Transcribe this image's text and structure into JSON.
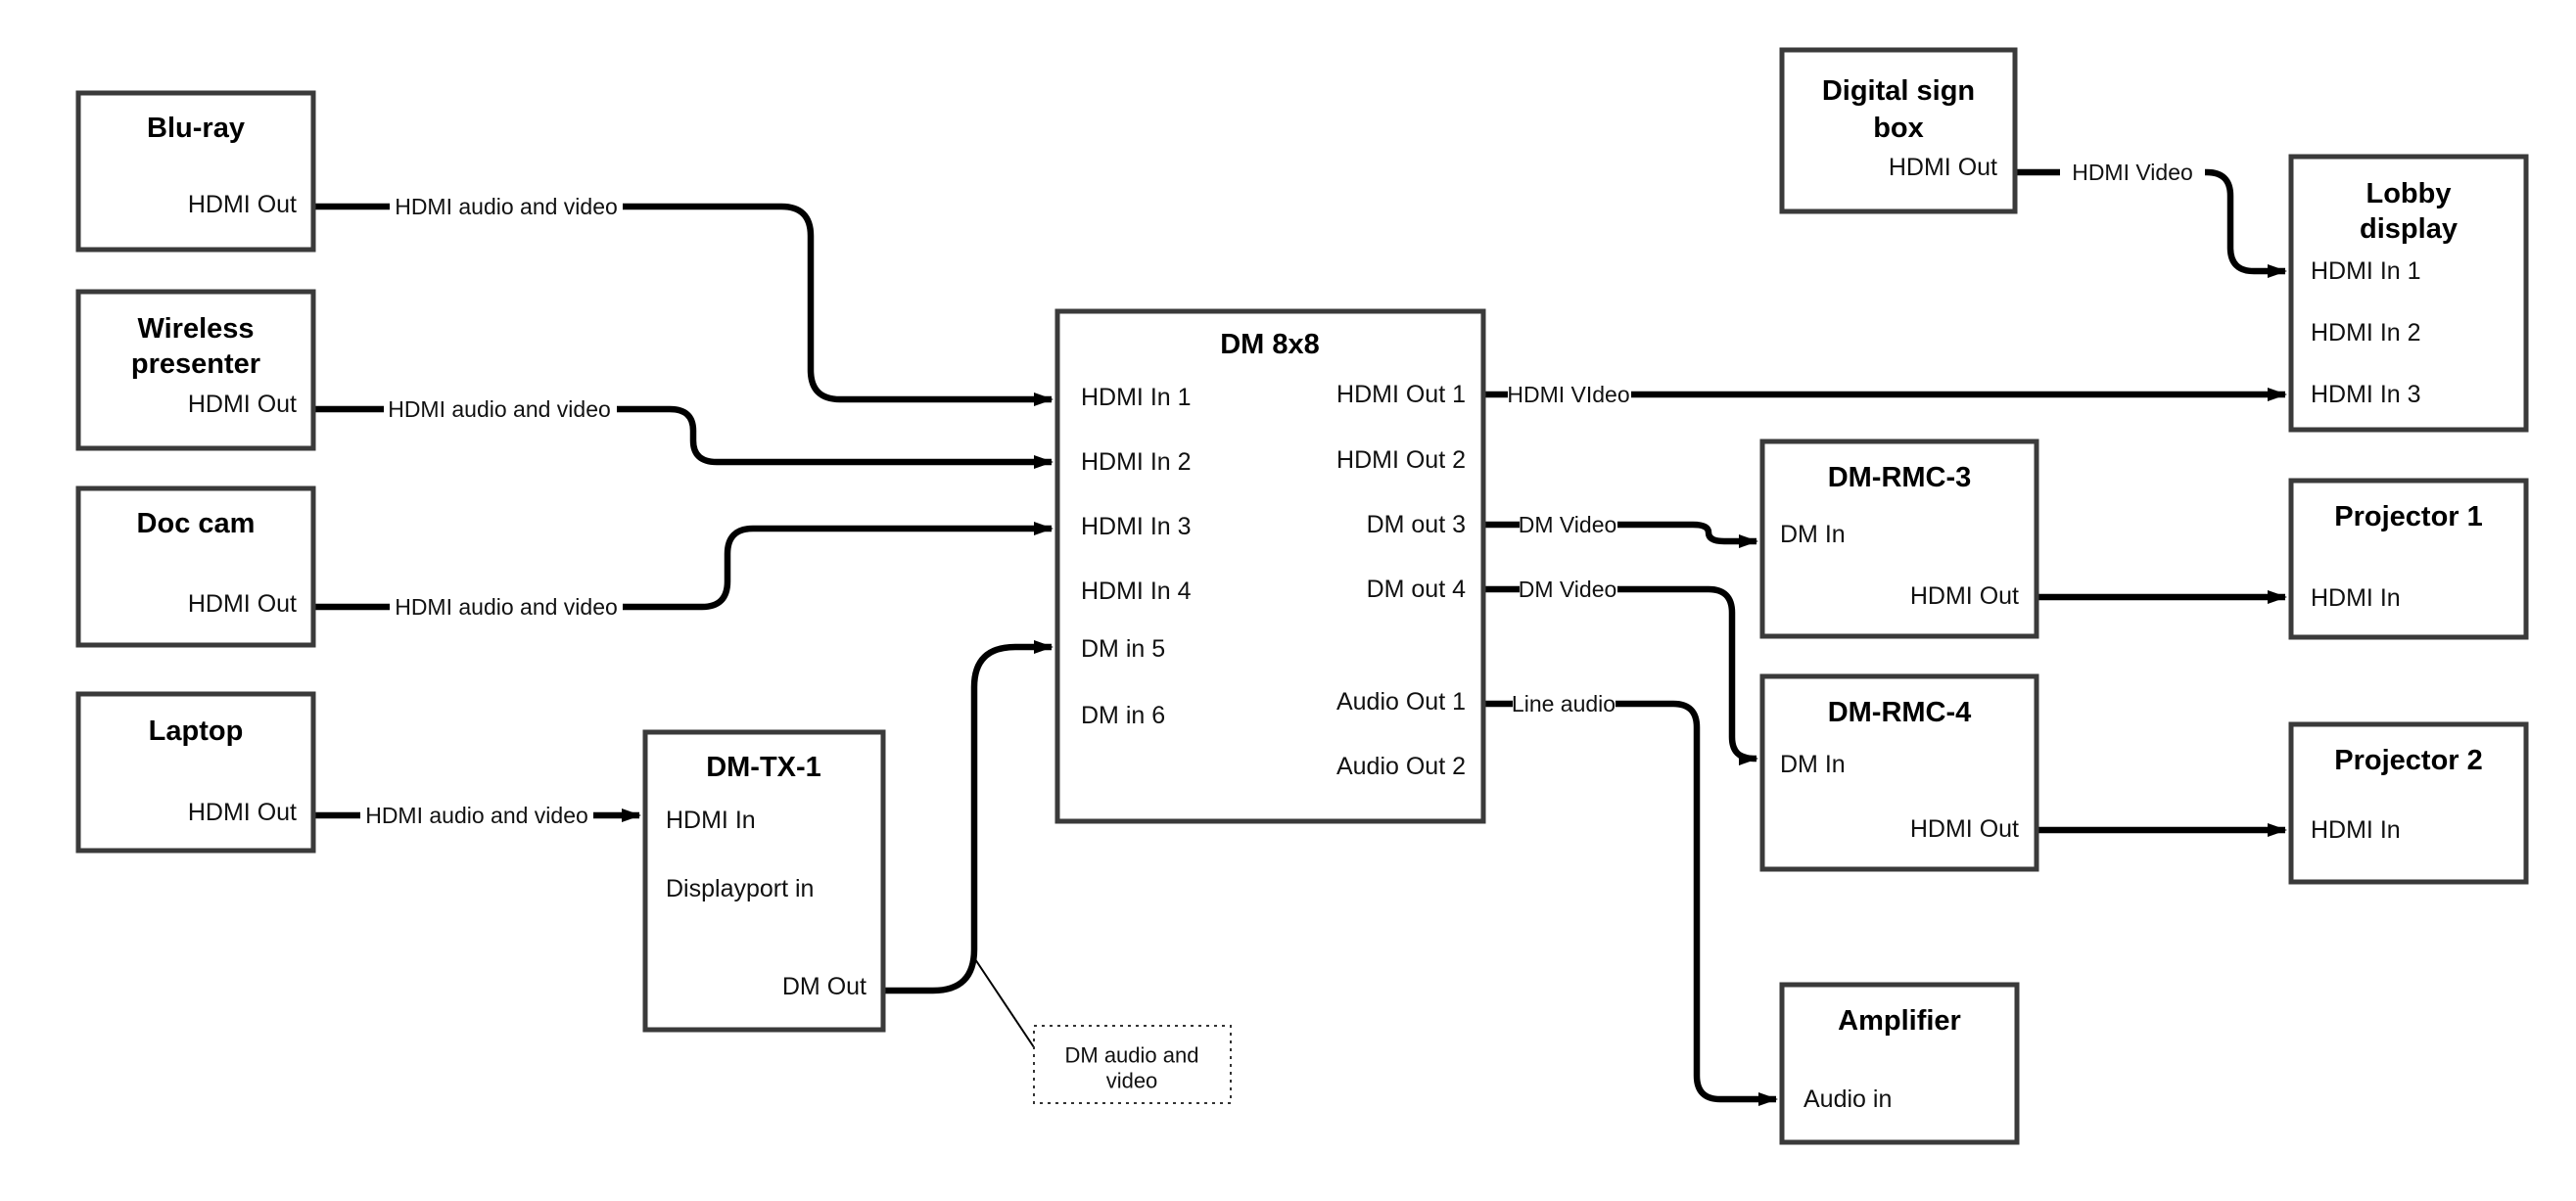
{
  "diagram": {
    "colors": {
      "background": "#ffffff",
      "line": "#000000",
      "box_border": "#3a3a3a",
      "text": "#000000"
    },
    "nodes": {
      "bluray": {
        "title": "Blu-ray",
        "ports": {
          "out": "HDMI Out"
        }
      },
      "wireless": {
        "title_line1": "Wireless",
        "title_line2": "presenter",
        "ports": {
          "out": "HDMI Out"
        }
      },
      "doccam": {
        "title": "Doc cam",
        "ports": {
          "out": "HDMI Out"
        }
      },
      "laptop": {
        "title": "Laptop",
        "ports": {
          "out": "HDMI Out"
        }
      },
      "dmtx1": {
        "title": "DM-TX-1",
        "ports": {
          "hdmi_in": "HDMI In",
          "dp_in": "Displayport in",
          "dm_out": "DM Out"
        }
      },
      "dm8x8": {
        "title": "DM 8x8",
        "ports": {
          "in1": "HDMI In 1",
          "in2": "HDMI In 2",
          "in3": "HDMI In 3",
          "in4": "HDMI In 4",
          "in5": "DM in 5",
          "in6": "DM in 6",
          "out1": "HDMI Out 1",
          "out2": "HDMI Out 2",
          "out3": "DM out 3",
          "out4": "DM out 4",
          "aout1": "Audio Out 1",
          "aout2": "Audio Out 2"
        }
      },
      "digital_sign": {
        "title_line1": "Digital sign",
        "title_line2": "box",
        "ports": {
          "out": "HDMI Out"
        }
      },
      "lobby": {
        "title_line1": "Lobby",
        "title_line2": "display",
        "ports": {
          "in1": "HDMI In 1",
          "in2": "HDMI In 2",
          "in3": "HDMI In 3"
        }
      },
      "rmc3": {
        "title": "DM-RMC-3",
        "ports": {
          "dm_in": "DM In",
          "hdmi_out": "HDMI Out"
        }
      },
      "proj1": {
        "title": "Projector 1",
        "ports": {
          "in": "HDMI In"
        }
      },
      "rmc4": {
        "title": "DM-RMC-4",
        "ports": {
          "dm_in": "DM In",
          "hdmi_out": "HDMI Out"
        }
      },
      "proj2": {
        "title": "Projector 2",
        "ports": {
          "in": "HDMI In"
        }
      },
      "amplifier": {
        "title": "Amplifier",
        "ports": {
          "in": "Audio in"
        }
      }
    },
    "edge_labels": {
      "bluray_to_in1": "HDMI audio and video",
      "wireless_to_in2": "HDMI audio and video",
      "doccam_to_in3": "HDMI audio and video",
      "laptop_to_tx": "HDMI audio and video",
      "out1_to_lobby": "HDMI VIdeo",
      "out3_to_rmc3": "DM Video",
      "out4_to_rmc4": "DM Video",
      "aout1_to_amp": "Line audio",
      "sign_to_lobby": "HDMI Video"
    },
    "note": {
      "line1": "DM audio and",
      "line2": "video"
    }
  }
}
